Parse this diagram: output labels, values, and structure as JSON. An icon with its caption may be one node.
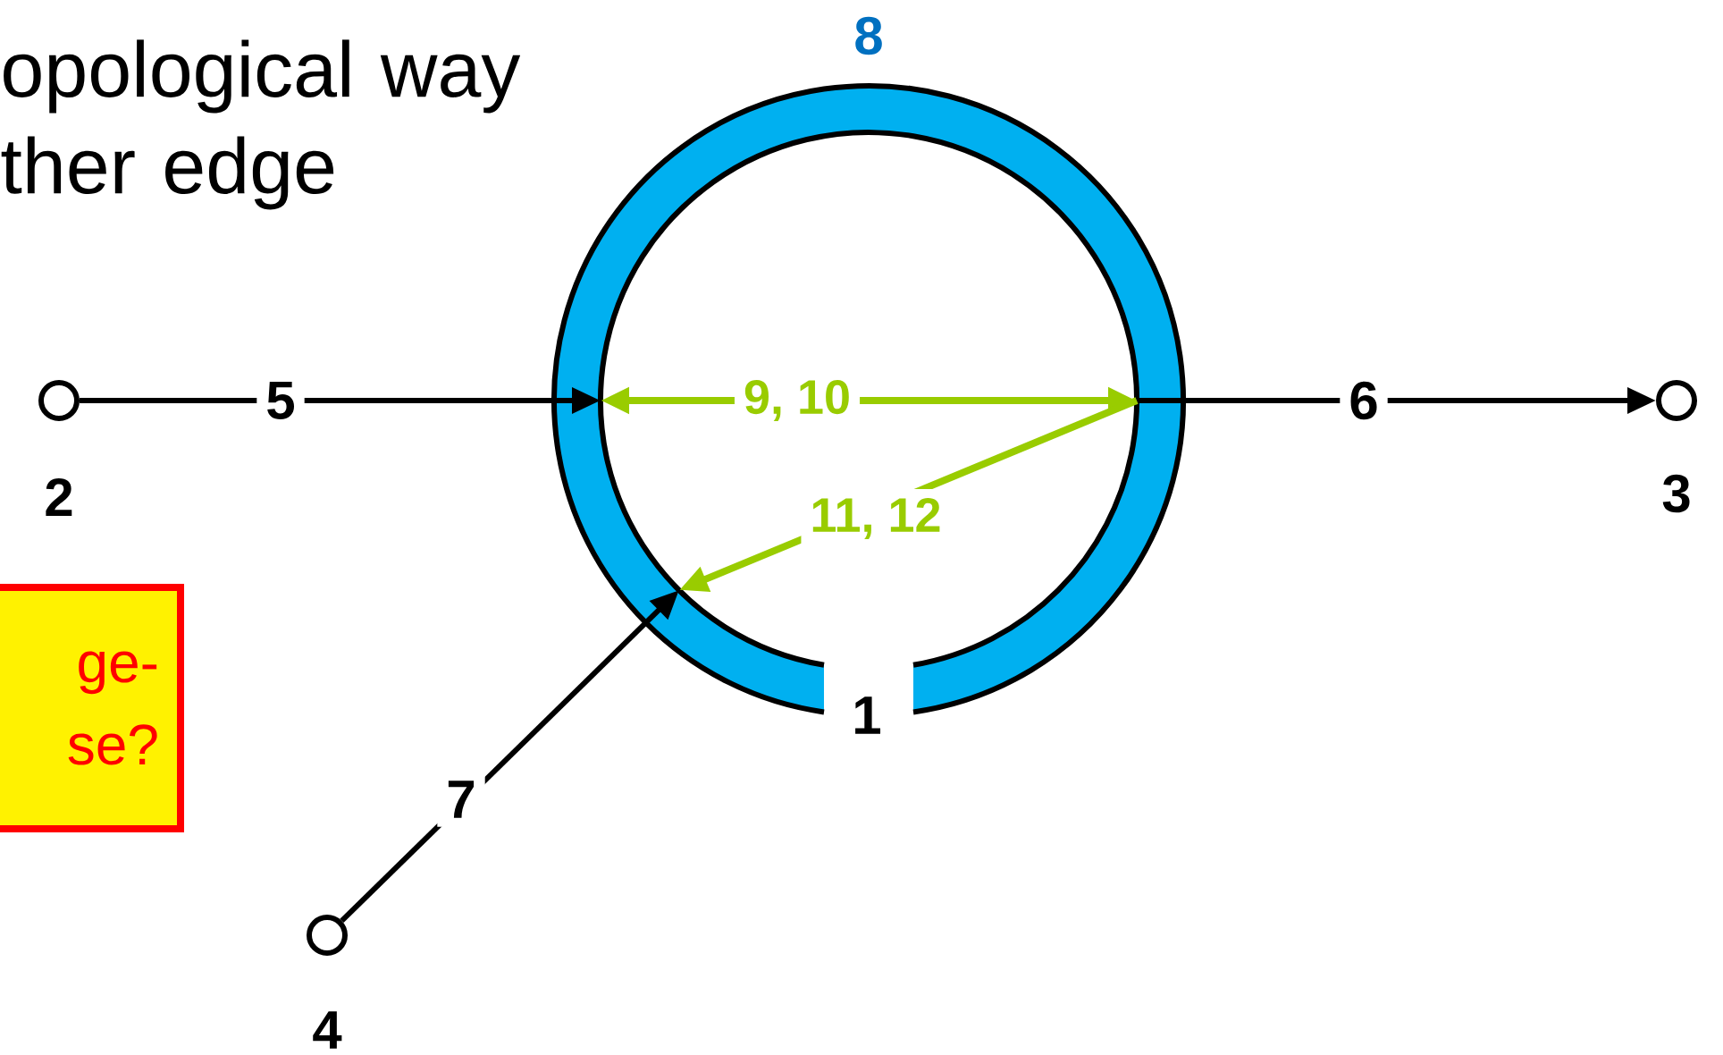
{
  "diagram": {
    "nodes": [
      {
        "text": [
          "8",
          "1"
        ]
      },
      {
        "text": [
          "2"
        ]
      },
      {
        "text": [
          "3"
        ]
      },
      {
        "text": [
          "4"
        ]
      },
      {
        "text": [
          "ge- se?"
        ]
      }
    ],
    "edges": [
      {
        "from": 1,
        "to": 0,
        "arrow": "to",
        "label": "5"
      },
      {
        "from": 0,
        "to": 2,
        "arrow": "to",
        "label": "6"
      },
      {
        "from": 3,
        "to": 0,
        "arrow": "to",
        "label": "7"
      },
      {
        "from": 0,
        "to": 0,
        "arrow": "both",
        "label": "9, 10",
        "color": "#99cc00"
      },
      {
        "from": 0,
        "to": 0,
        "arrow": "to",
        "label": "11, 12",
        "color": "#99cc00"
      }
    ],
    "labels": [
      "opological way ther edge"
    ]
  }
}
